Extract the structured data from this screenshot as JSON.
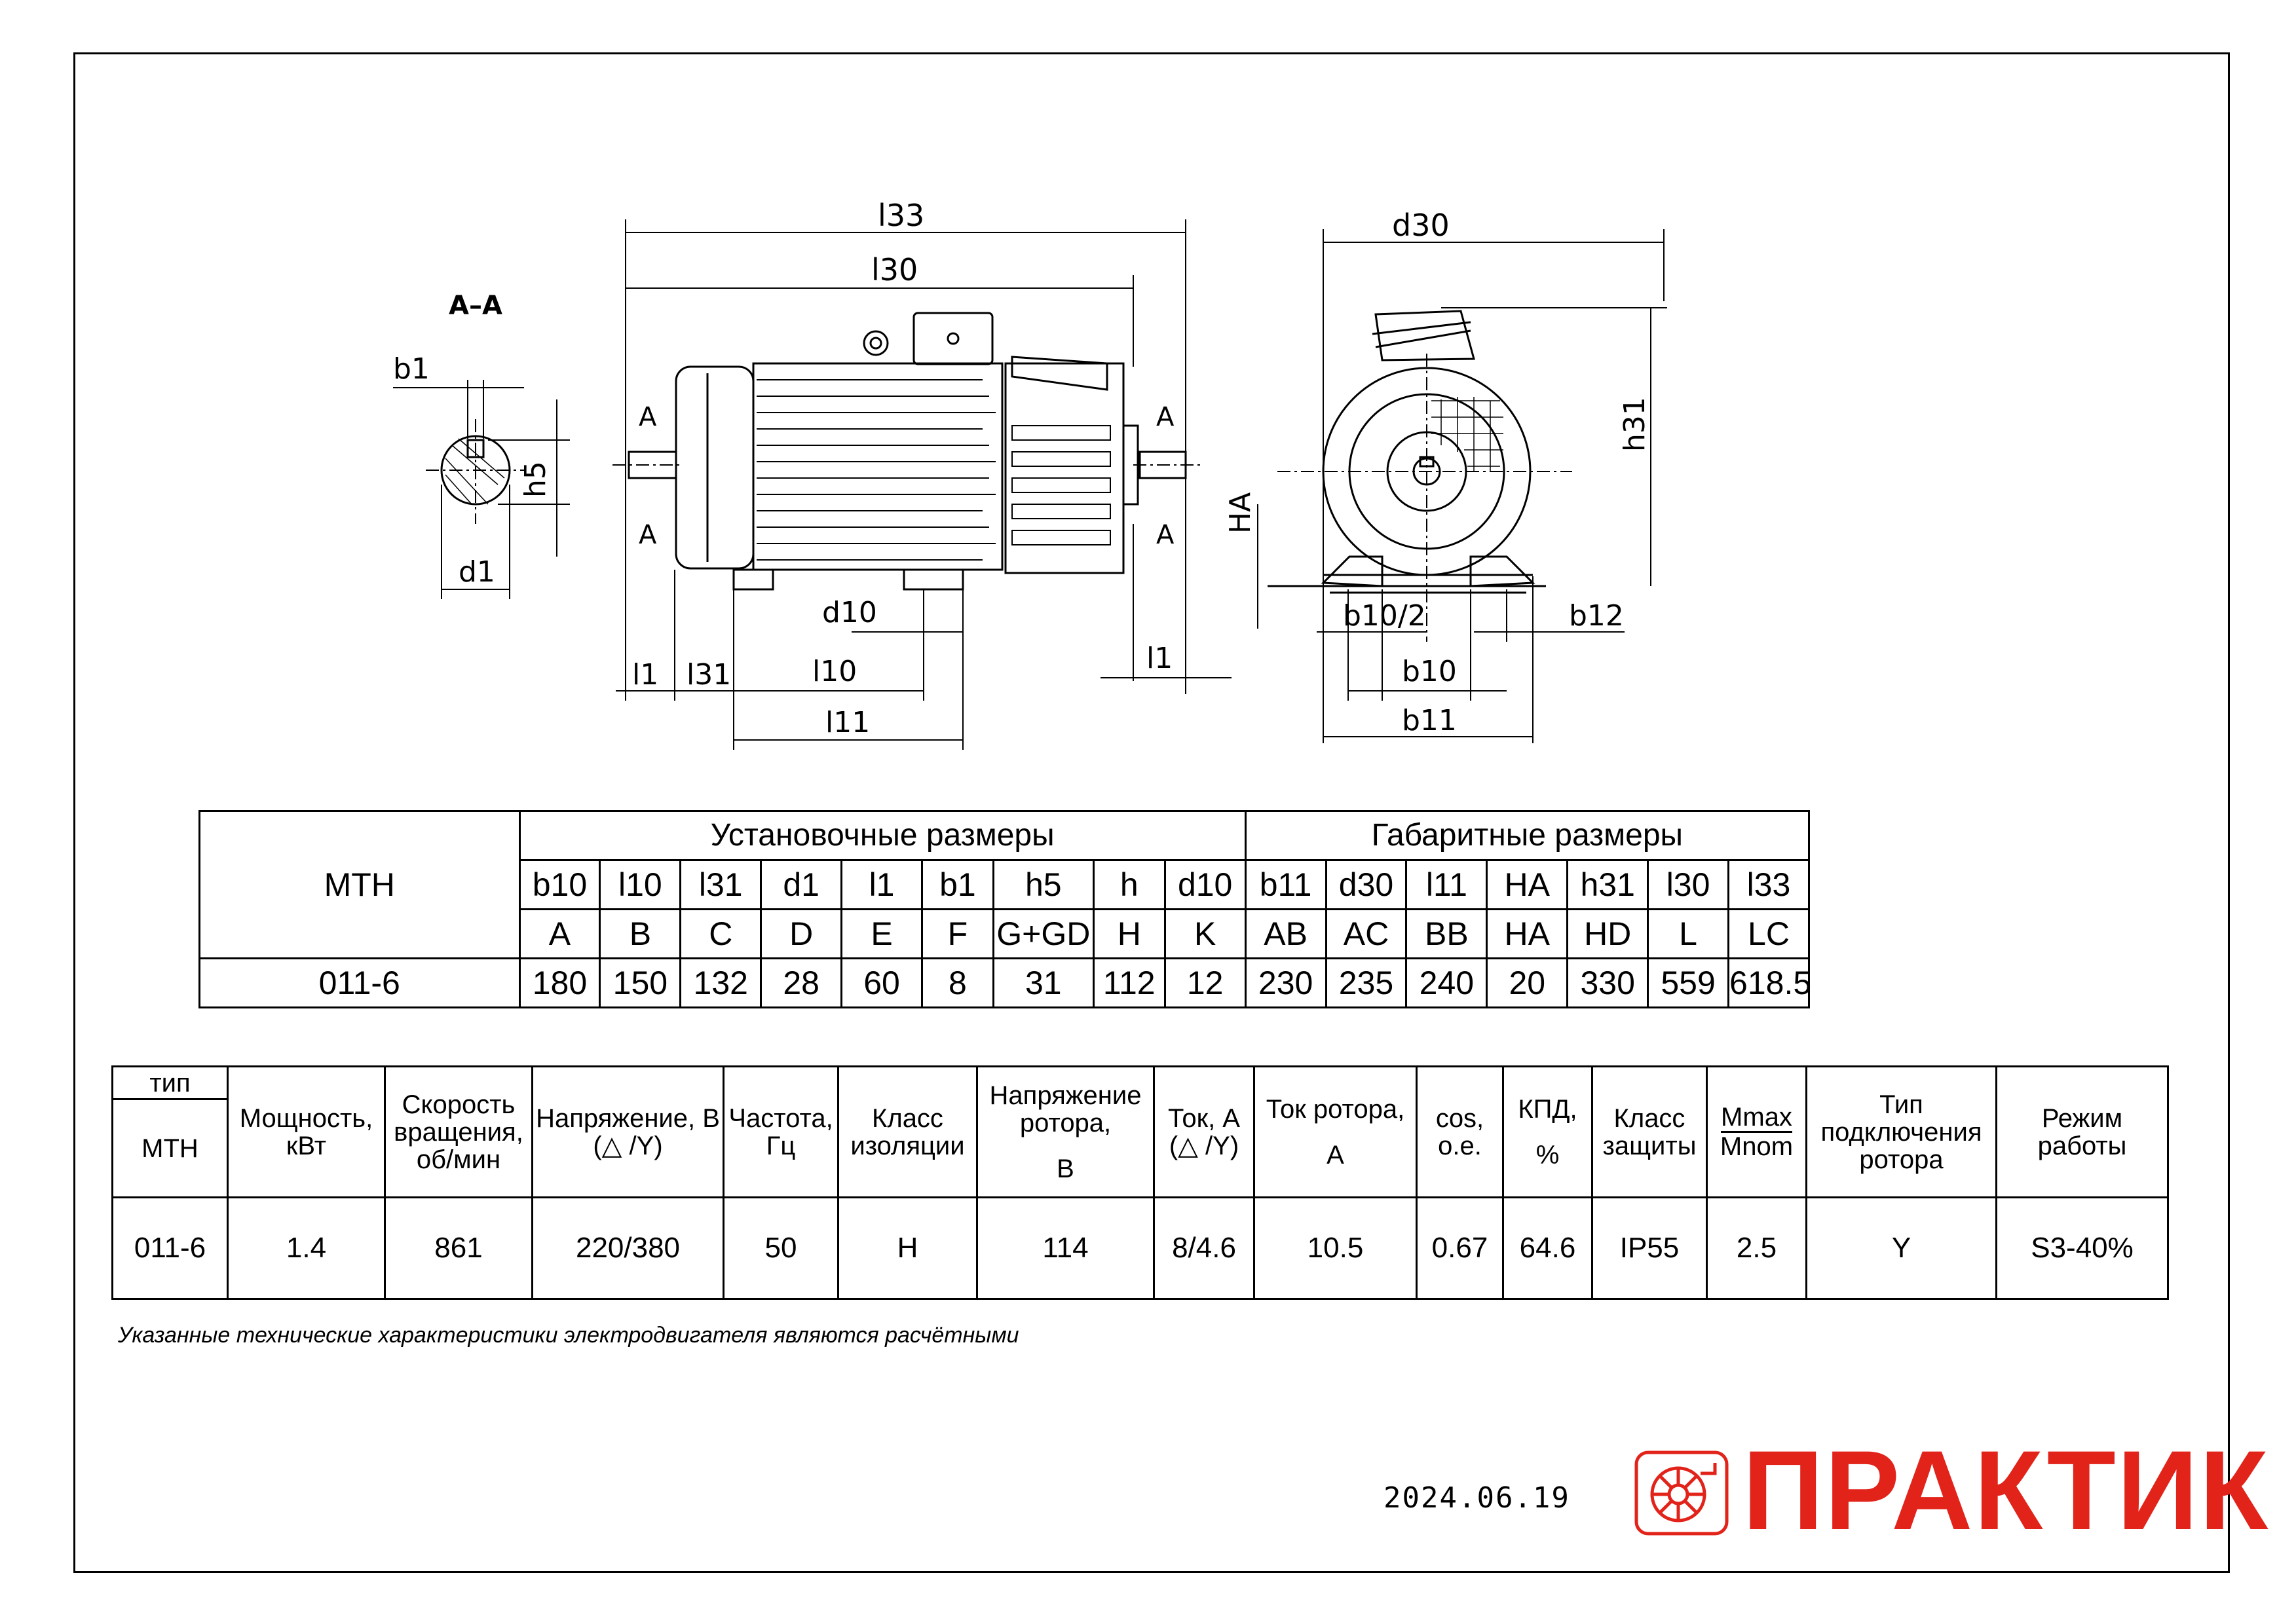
{
  "drawing": {
    "section_label": "A–A",
    "section_marks": [
      "A",
      "A",
      "A",
      "A"
    ],
    "dims": {
      "l33": "l33",
      "l30": "l30",
      "l1": "l1",
      "l31": "l31",
      "l10": "l10",
      "l11": "l11",
      "d10": "d10",
      "b1": "b1",
      "h5": "h5",
      "d1": "d1",
      "d30": "d30",
      "h31": "h31",
      "HA": "HA",
      "b10_2": "b10/2",
      "b12": "b12",
      "b10": "b10",
      "b11": "b11"
    }
  },
  "dimensions_table": {
    "model": "МТН",
    "group_install": "Установочные размеры",
    "group_overall": "Габаритные размеры",
    "symbols": [
      "b10",
      "l10",
      "l31",
      "d1",
      "l1",
      "b1",
      "h5",
      "h",
      "d10",
      "b11",
      "d30",
      "l11",
      "HA",
      "h31",
      "l30",
      "l33"
    ],
    "codes": [
      "A",
      "B",
      "C",
      "D",
      "E",
      "F",
      "G+GD",
      "H",
      "K",
      "AB",
      "AC",
      "BB",
      "HA",
      "HD",
      "L",
      "LC"
    ],
    "row_label": "011-6",
    "values": [
      "180",
      "150",
      "132",
      "28",
      "60",
      "8",
      "31",
      "112",
      "12",
      "230",
      "235",
      "240",
      "20",
      "330",
      "559",
      "618.5"
    ]
  },
  "spec_table": {
    "type_label": "тип",
    "type_value": "МТН",
    "headers": {
      "power": "Мощность, кВт",
      "speed": "Скорость вращения, об/мин",
      "voltage": "Напряжение, В",
      "voltage_conn": "(△ /Y)",
      "freq": "Частота, Гц",
      "insulation": "Класс изоляции",
      "rotor_voltage": "Напряжение ротора,",
      "rotor_voltage_unit": "В",
      "current": "Ток, А",
      "current_conn": "(△ /Y)",
      "rotor_current": "Ток ротора,",
      "rotor_current_unit": "А",
      "cos": "cos, о.е.",
      "eff": "КПД,",
      "eff_unit": "%",
      "protection": "Класс защиты",
      "mmax": "Mmax",
      "mnom": "Mnom",
      "rotor_conn": "Тип подключения ротора",
      "mode": "Режим работы"
    },
    "row": {
      "model": "011-6",
      "power": "1.4",
      "speed": "861",
      "voltage": "220/380",
      "freq": "50",
      "insulation": "H",
      "rotor_voltage": "114",
      "current": "8/4.6",
      "rotor_current": "10.5",
      "cos": "0.67",
      "eff": "64.6",
      "protection": "IP55",
      "torque_ratio": "2.5",
      "rotor_conn": "Y",
      "mode": "S3-40%"
    }
  },
  "note": "Указанные технические характеристики электродвигателя являются расчётными",
  "date": "2024.06.19",
  "brand": {
    "name": "ПРАКТИК",
    "color": "#e2231a"
  }
}
